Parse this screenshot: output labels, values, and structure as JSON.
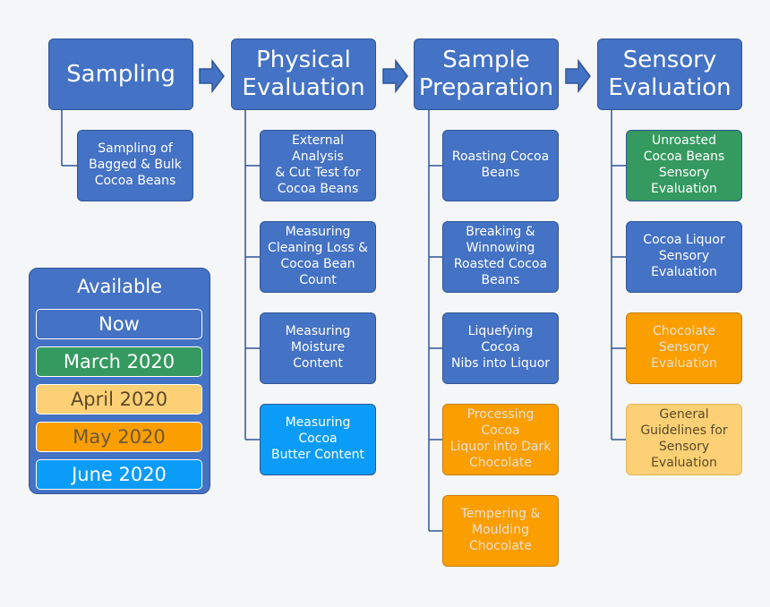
{
  "colors": {
    "now": "#4472c4",
    "march_2020": "#359a60",
    "april_2020": "#fdd075",
    "may_2020": "#fb9e00",
    "june_2020": "#0b9cf7",
    "connector": "#2f5597"
  },
  "stages": [
    {
      "title": "Sampling",
      "steps": [
        {
          "label": "Sampling of\nBagged & Bulk\nCocoa Beans",
          "status": "now"
        }
      ]
    },
    {
      "title": "Physical\nEvaluation",
      "steps": [
        {
          "label": "External Analysis\n& Cut Test for\nCocoa Beans",
          "status": "now"
        },
        {
          "label": "Measuring\nCleaning Loss &\nCocoa Bean\nCount",
          "status": "now"
        },
        {
          "label": "Measuring\nMoisture Content",
          "status": "now"
        },
        {
          "label": "Measuring Cocoa\nButter Content",
          "status": "june_2020"
        }
      ]
    },
    {
      "title": "Sample\nPreparation",
      "steps": [
        {
          "label": "Roasting Cocoa\nBeans",
          "status": "now"
        },
        {
          "label": "Breaking &\nWinnowing\nRoasted Cocoa\nBeans",
          "status": "now"
        },
        {
          "label": "Liquefying Cocoa\nNibs into Liquor",
          "status": "now"
        },
        {
          "label": "Processing Cocoa\nLiquor into Dark\nChocolate",
          "status": "may_2020"
        },
        {
          "label": "Tempering &\nMoulding\nChocolate",
          "status": "may_2020"
        }
      ]
    },
    {
      "title": "Sensory\nEvaluation",
      "steps": [
        {
          "label": "Unroasted\nCocoa Beans\nSensory\nEvaluation",
          "status": "march_2020"
        },
        {
          "label": "Cocoa Liquor\nSensory\nEvaluation",
          "status": "now"
        },
        {
          "label": "Chocolate\nSensory\nEvaluation",
          "status": "may_2020"
        },
        {
          "label": "General\nGuidelines for\nSensory\nEvaluation",
          "status": "april_2020"
        }
      ]
    }
  ],
  "legend": {
    "title": "Available",
    "items": [
      {
        "label": "Now",
        "status": "now"
      },
      {
        "label": "March 2020",
        "status": "march_2020"
      },
      {
        "label": "April 2020",
        "status": "april_2020"
      },
      {
        "label": "May 2020",
        "status": "may_2020"
      },
      {
        "label": "June 2020",
        "status": "june_2020"
      }
    ]
  }
}
